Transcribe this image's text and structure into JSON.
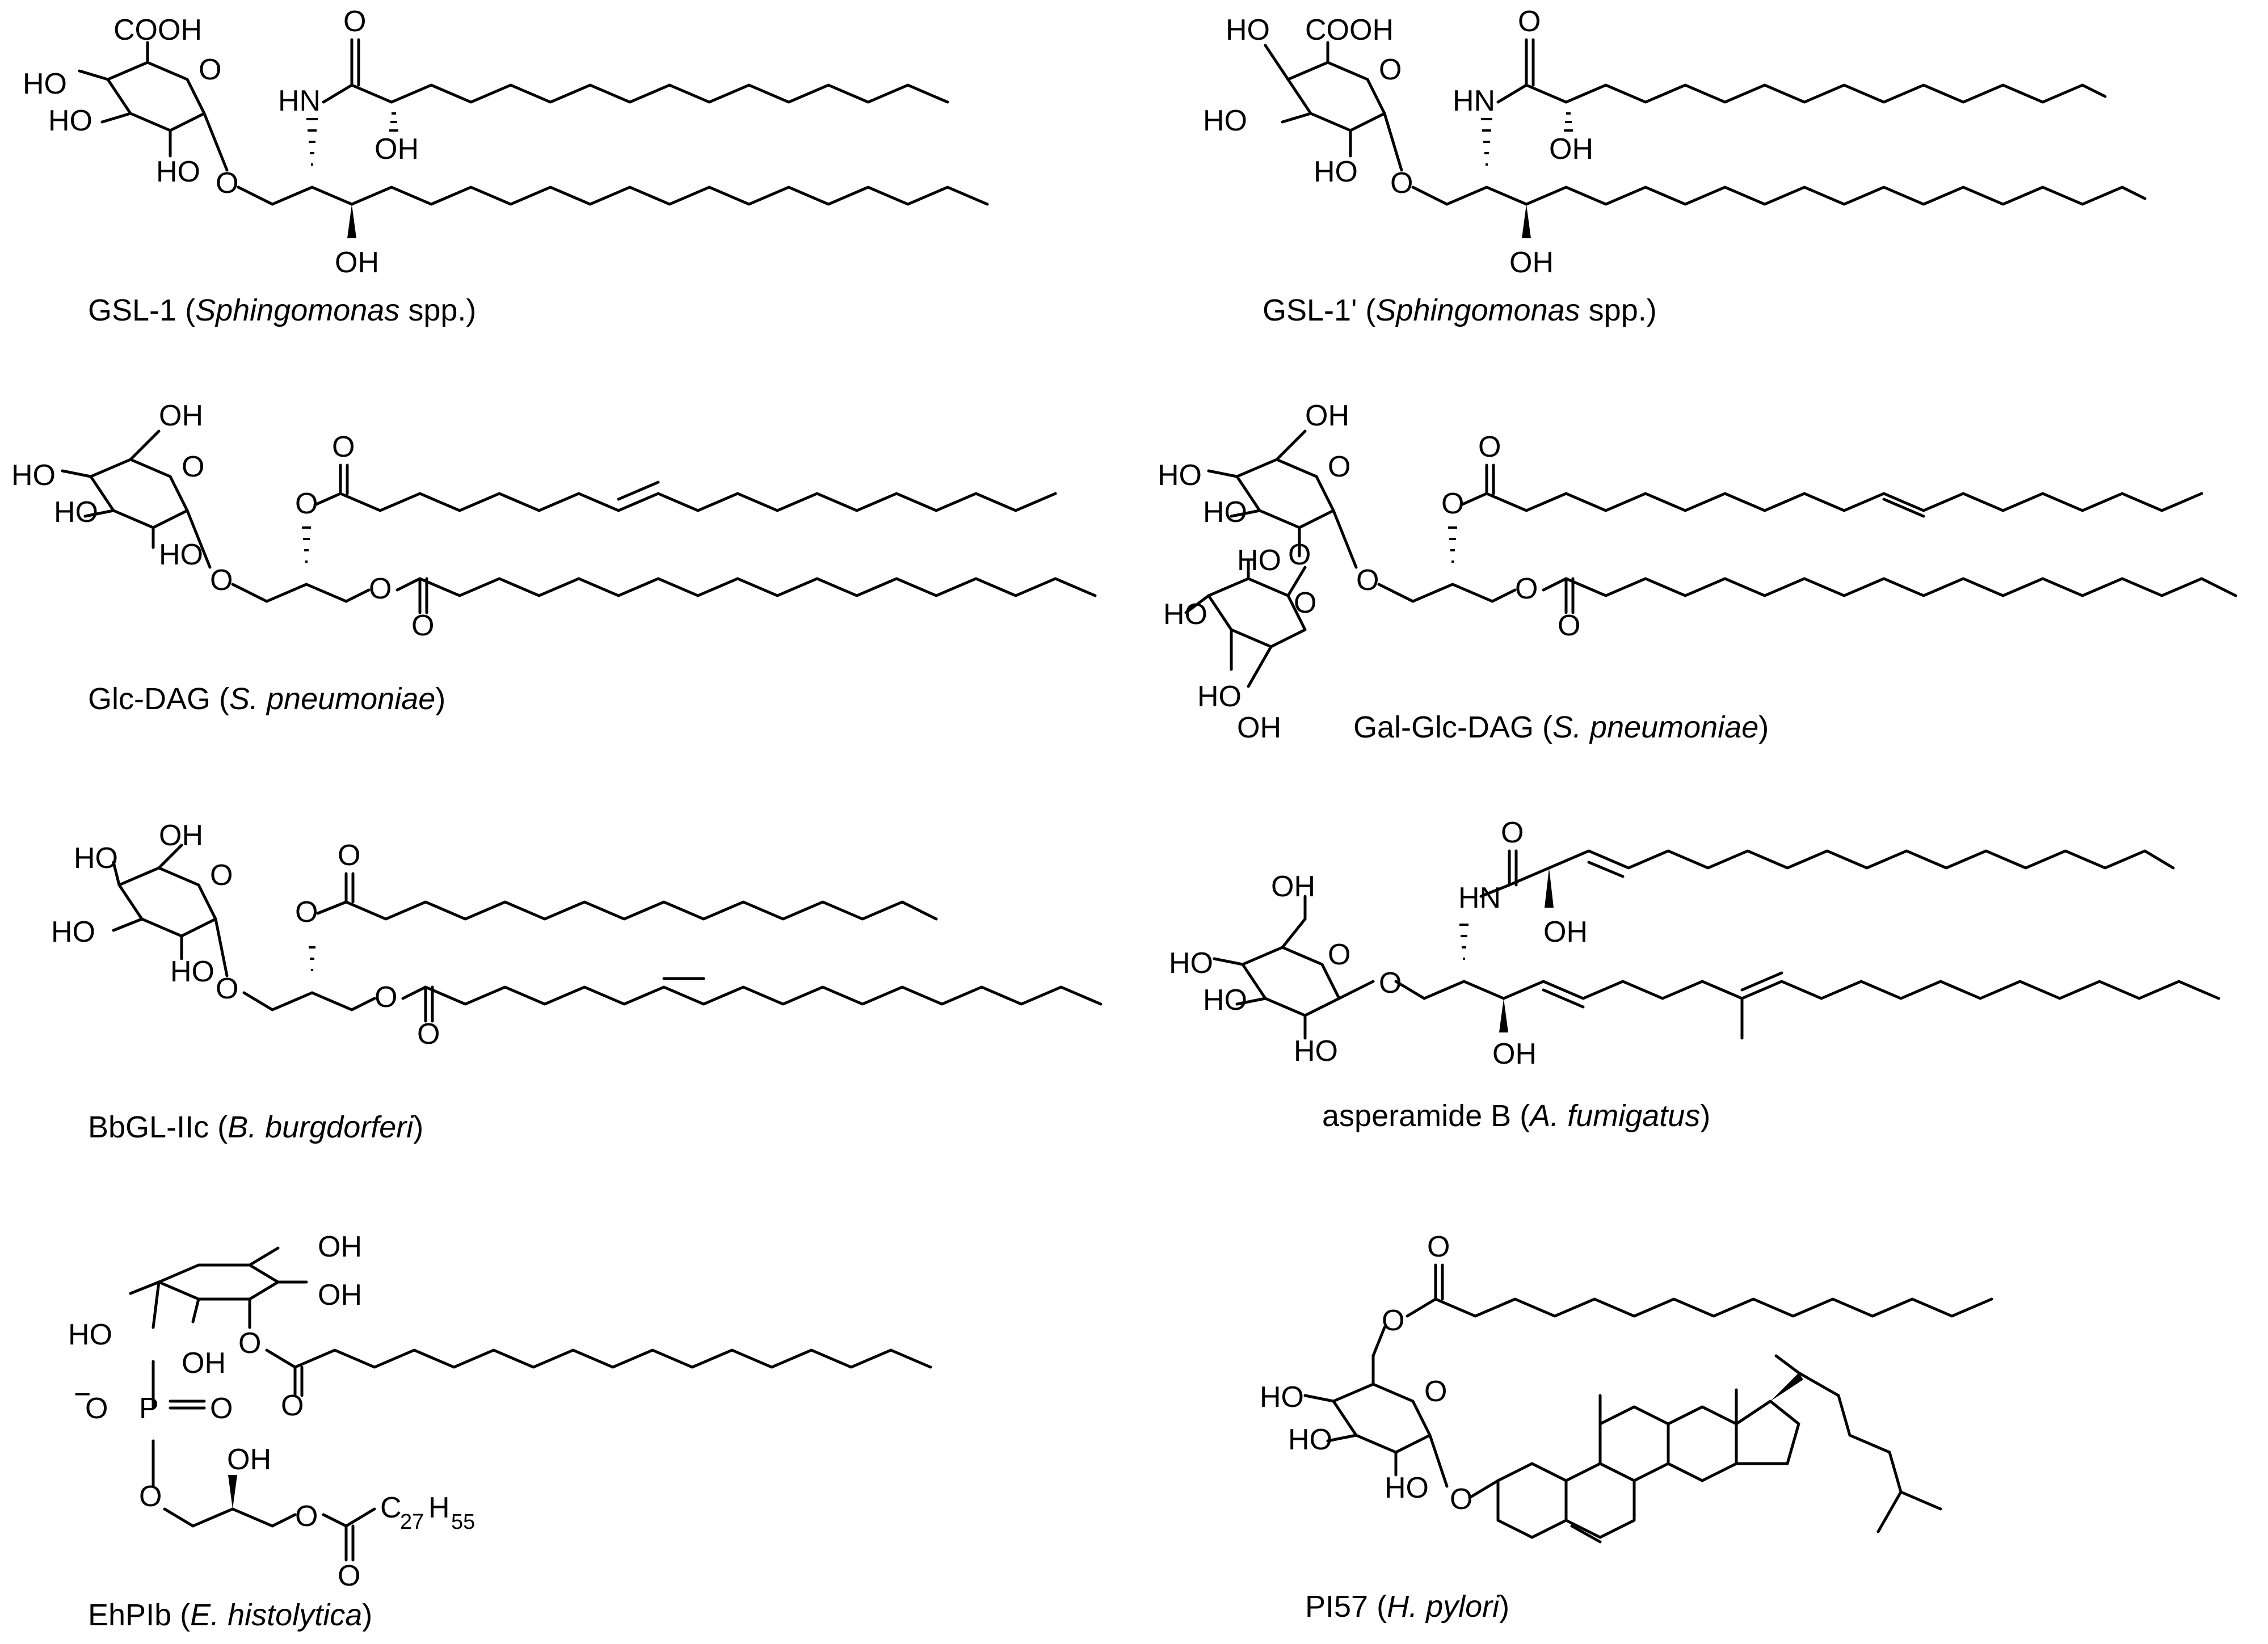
{
  "compounds": [
    {
      "id": "gsl1",
      "name": "GSL-1",
      "org_pre": " (",
      "org": "Sphingomonas",
      "org_post": " spp.)"
    },
    {
      "id": "gsl1p",
      "name": "GSL-1'",
      "org_pre": " (",
      "org": "Sphingomonas",
      "org_post": " spp.)"
    },
    {
      "id": "glcdag",
      "name": "Glc-DAG",
      "org_pre": " (",
      "org": "S. pneumoniae",
      "org_post": ")"
    },
    {
      "id": "galglcdag",
      "name": "Gal-Glc-DAG",
      "org_pre": " (",
      "org": "S. pneumoniae",
      "org_post": ")"
    },
    {
      "id": "bbgl",
      "name": "BbGL-IIc",
      "org_pre": " (",
      "org": "B. burgdorferi",
      "org_post": ")"
    },
    {
      "id": "asper",
      "name": "asperamide B",
      "org_pre": " (",
      "org": "A. fumigatus",
      "org_post": ")"
    },
    {
      "id": "ehpib",
      "name": "EhPIb",
      "org_pre": " (",
      "org": "E. histolytica",
      "org_post": ")"
    },
    {
      "id": "pi57",
      "name": "PI57",
      "org_pre": " (",
      "org": "H. pylori",
      "org_post": ")"
    }
  ],
  "atoms": {
    "cooh": "COOH",
    "oh": "OH",
    "ho": "HO",
    "o": "O",
    "hn": "HN",
    "neg": "−",
    "p": "P",
    "c": "C",
    "c_sub": "27",
    "h": "H",
    "h_sub": "55"
  }
}
